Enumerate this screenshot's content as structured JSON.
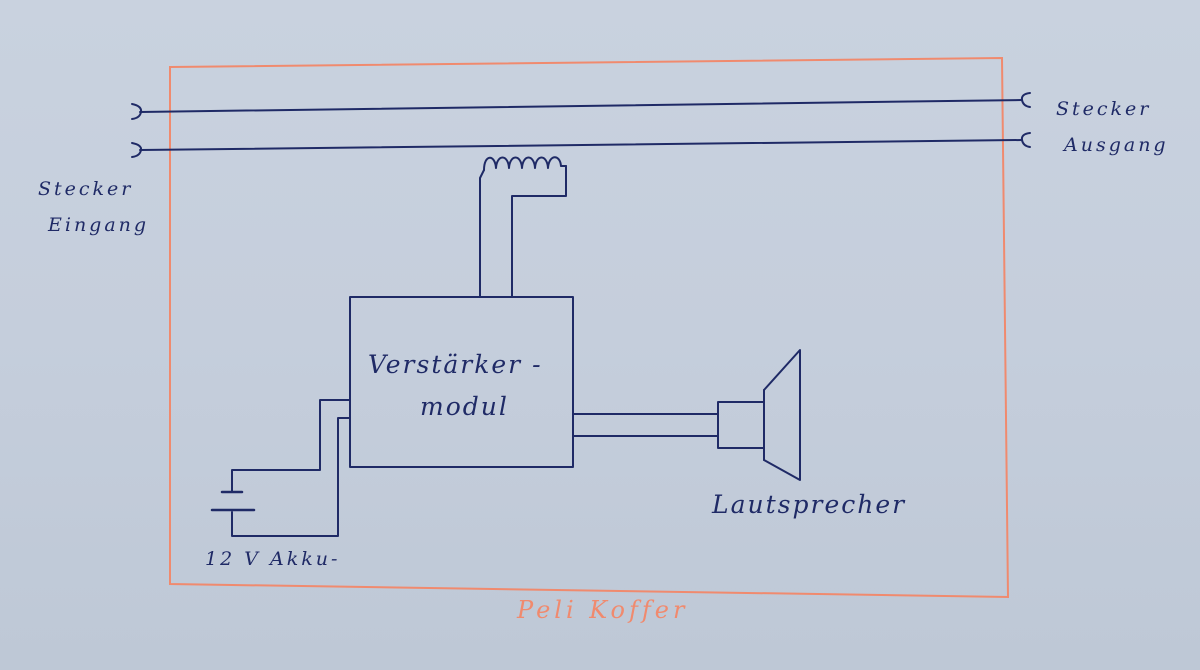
{
  "labels": {
    "input_line1": "Stecker",
    "input_line2": "Eingang",
    "output_line1": "Stecker",
    "output_line2": "Ausgang",
    "module_line1": "Verstärker -",
    "module_line2": "modul",
    "speaker": "Lautsprecher",
    "battery": "12 V Akku-",
    "case": "Peli Koffer"
  },
  "colors": {
    "ink": "#1f2a66",
    "case_outline": "#f08a6e",
    "paper": "#c7d0dd"
  }
}
